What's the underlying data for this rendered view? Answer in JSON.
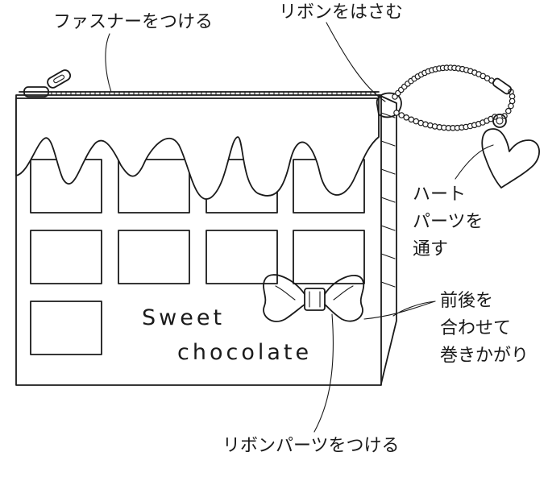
{
  "labels": {
    "zipper": "ファスナーをつける",
    "ribbon_clip": "リボンをはさむ",
    "heart_line1": "ハート",
    "heart_line2": "パーツを",
    "heart_line3": "通す",
    "wrap_line1": "前後を",
    "wrap_line2": "合わせて",
    "wrap_line3": "巻きかがり",
    "ribbon_part": "リボンパーツをつける"
  },
  "pouch_text": {
    "line1": "Sweet",
    "line2": "chocolate"
  }
}
